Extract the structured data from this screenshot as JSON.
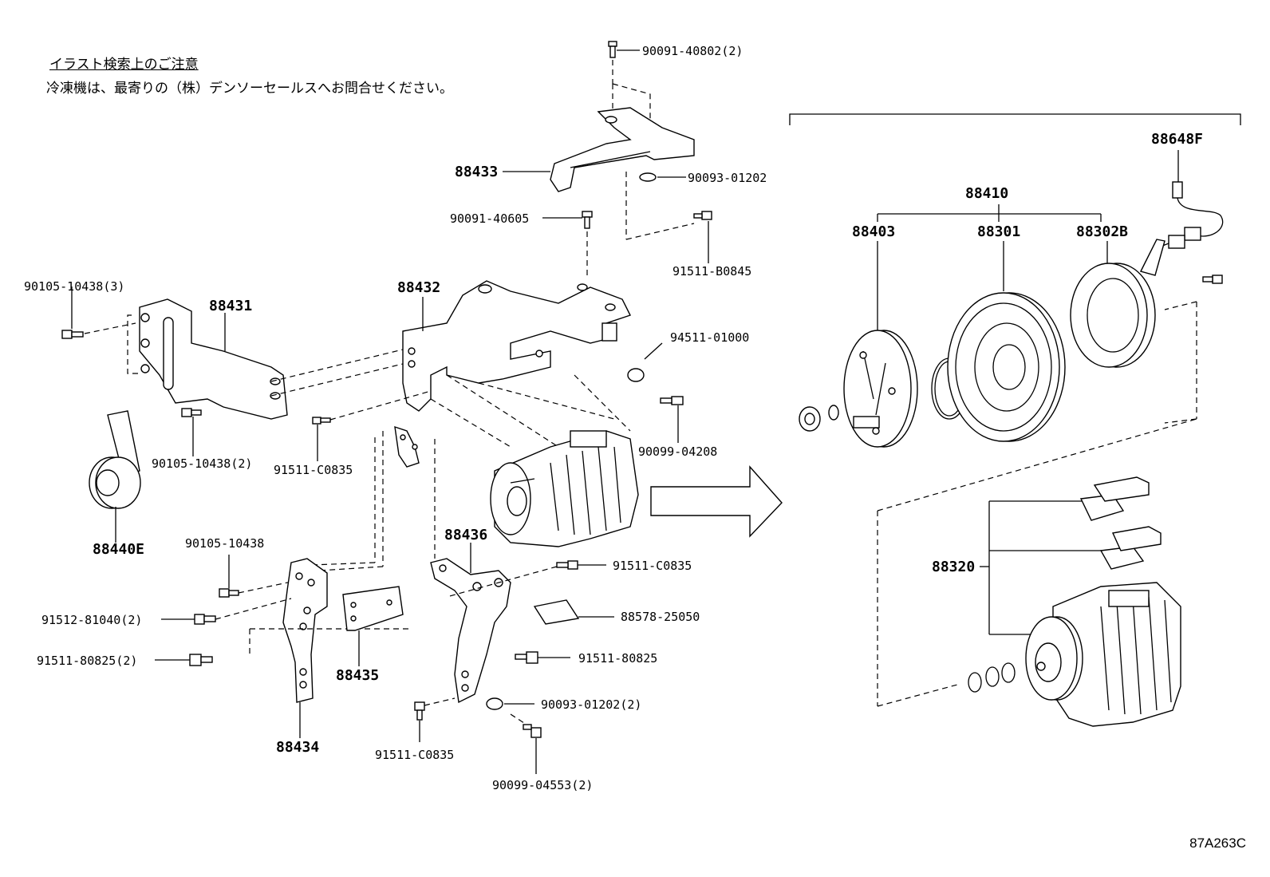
{
  "notice": {
    "title": "イラスト検索上のご注意",
    "body": "冷凍機は、最寄りの（株）デンソーセールスへお問合せください。"
  },
  "labels": {
    "p90091_40802": "90091-40802(2)",
    "p88433": "88433",
    "p90093_01202": "90093-01202",
    "p90091_40605": "90091-40605",
    "p91511_B0845": "91511-B0845",
    "p90105_10438_3": "90105-10438(3)",
    "p88432": "88432",
    "p88431": "88431",
    "p94511_01000": "94511-01000",
    "p90099_04208": "90099-04208",
    "p91511_C0835_a": "91511-C0835",
    "p90105_10438_2": "90105-10438(2)",
    "p88440E": "88440E",
    "p88436": "88436",
    "p90105_10438": "90105-10438",
    "p91511_C0835_b": "91511-C0835",
    "p91512_81040_2": "91512-81040(2)",
    "p88578_25050": "88578-25050",
    "p91511_80825_2": "91511-80825(2)",
    "p88435": "88435",
    "p91511_80825": "91511-80825",
    "p90093_01202_2": "90093-01202(2)",
    "p88434": "88434",
    "p91511_C0835_c": "91511-C0835",
    "p90099_04553_2": "90099-04553(2)",
    "p88648F": "88648F",
    "p88410": "88410",
    "p88403": "88403",
    "p88301": "88301",
    "p88302B": "88302B",
    "p88320": "88320"
  },
  "illustration_code": "87A263C"
}
